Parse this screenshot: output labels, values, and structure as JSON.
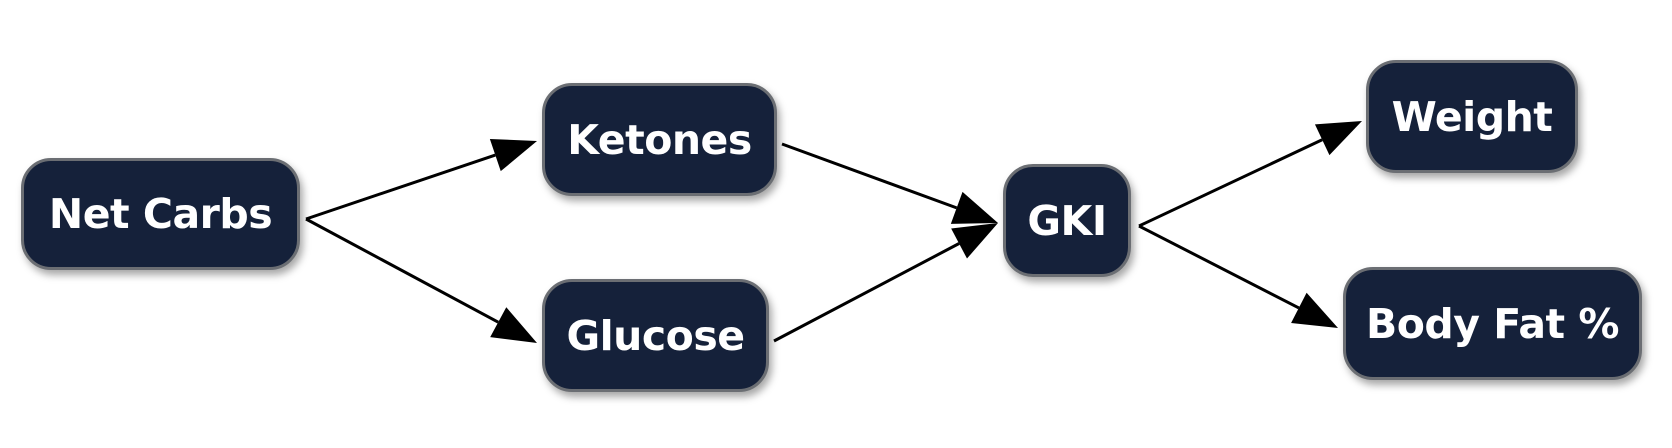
{
  "nodes": {
    "net_carbs": "Net Carbs",
    "ketones": "Ketones",
    "glucose": "Glucose",
    "gki": "GKI",
    "weight": "Weight",
    "body_fat": "Body Fat %"
  },
  "edges": [
    {
      "from": "net_carbs",
      "to": "ketones"
    },
    {
      "from": "net_carbs",
      "to": "glucose"
    },
    {
      "from": "ketones",
      "to": "gki"
    },
    {
      "from": "glucose",
      "to": "gki"
    },
    {
      "from": "gki",
      "to": "weight"
    },
    {
      "from": "gki",
      "to": "body_fat"
    }
  ],
  "colors": {
    "node_fill": "#15213a",
    "node_border": "#6b6e73",
    "node_text": "#ffffff",
    "edge": "#000000"
  }
}
